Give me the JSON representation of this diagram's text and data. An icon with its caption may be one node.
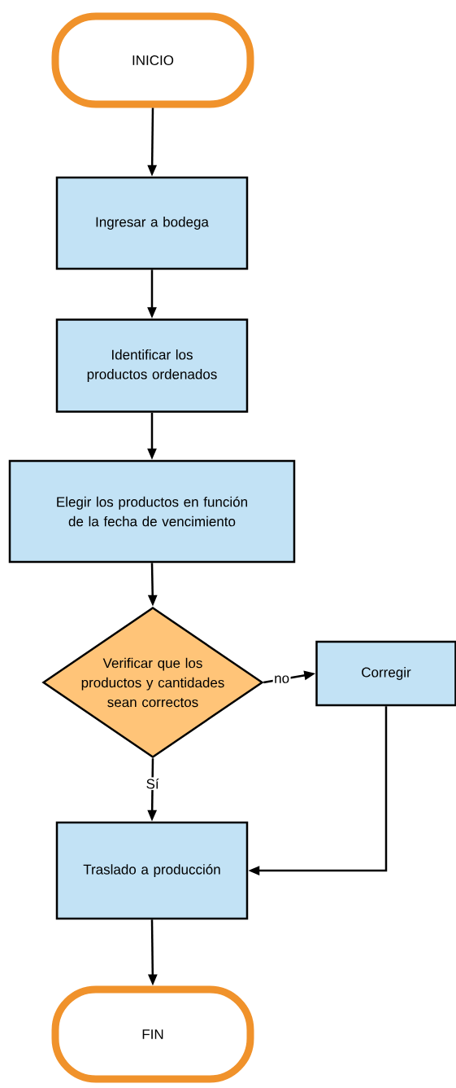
{
  "diagram": {
    "nodes": [
      {
        "text": [
          "INICIO"
        ]
      },
      {
        "text": [
          "Ingresar a bodega"
        ]
      },
      {
        "text": [
          "Identificar los productos ordenados"
        ]
      },
      {
        "text": [
          "Elegir los productos en función de la fecha de vencimiento"
        ]
      },
      {
        "text": [
          "Verificar que los productos y cantidades sean correctos"
        ]
      },
      {
        "text": [
          "Corregir"
        ]
      },
      {
        "text": [
          "Traslado a producción"
        ]
      },
      {
        "text": [
          "FIN"
        ]
      }
    ],
    "edges": [
      {
        "from": 0,
        "to": 1,
        "arrow": "to"
      },
      {
        "from": 1,
        "to": 2,
        "arrow": "to"
      },
      {
        "from": 2,
        "to": 3,
        "arrow": "to"
      },
      {
        "from": 3,
        "to": 4,
        "arrow": "to"
      },
      {
        "from": 4,
        "to": 5,
        "arrow": "to",
        "label": "no"
      },
      {
        "from": 4,
        "to": 6,
        "arrow": "to",
        "label": "Sí"
      },
      {
        "from": 5,
        "to": 6,
        "arrow": "to"
      },
      {
        "from": 6,
        "to": 7,
        "arrow": "to"
      }
    ]
  }
}
